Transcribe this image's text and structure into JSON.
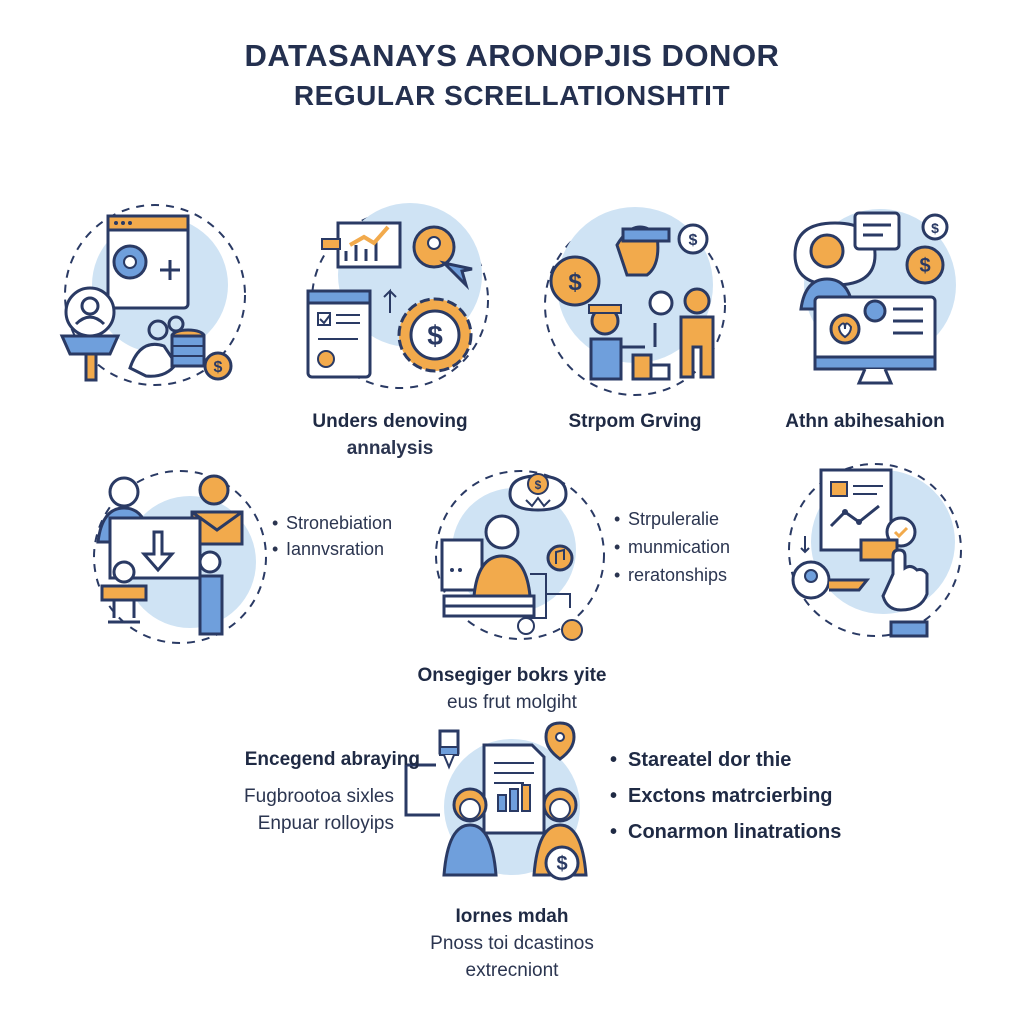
{
  "header": {
    "line1": "DATASANAYS ARONOPJIS DONOR",
    "line2": "REGULAR SCRELLATIONSHTIT"
  },
  "colors": {
    "navy": "#2a3a64",
    "blue_fill": "#6f9fdc",
    "light_blue_circle": "#cfe3f4",
    "orange": "#f2aa4c",
    "white": "#ffffff"
  },
  "row1": {
    "captions": [
      {
        "lines": [
          "Unders denoving",
          "annalysis"
        ]
      },
      {
        "lines": [
          "Strpom Grving"
        ]
      },
      {
        "lines": [
          "Athn abihesahion"
        ]
      }
    ]
  },
  "row2": {
    "left_bullets": [
      "Stronebiation",
      "Iannvsration"
    ],
    "right_bullets": [
      "Strpuleralie",
      "munmication",
      "reratonships"
    ],
    "center_caption": {
      "title": "Onsegiger bokrs yite",
      "sub": "eus frut molgiht"
    }
  },
  "row3": {
    "left_title": "Encegend abraying",
    "left_lines": [
      "Fugbrootoa sixles",
      "Enpuar rolloyips"
    ],
    "right_bullets": [
      "Stareatel dor  thie",
      "Exctons matrcierbing",
      "Conarmon linatrations"
    ],
    "bottom_title": "Iornes mdah",
    "bottom_lines": [
      "Pnoss toi dcastinos",
      "extrecniont"
    ]
  },
  "icons": [
    "website-profile-icon",
    "chart-gear-icon",
    "people-giving-icon",
    "monitor-chat-icon",
    "people-mail-icon",
    "person-network-icon",
    "report-hand-icon",
    "document-people-icon"
  ]
}
